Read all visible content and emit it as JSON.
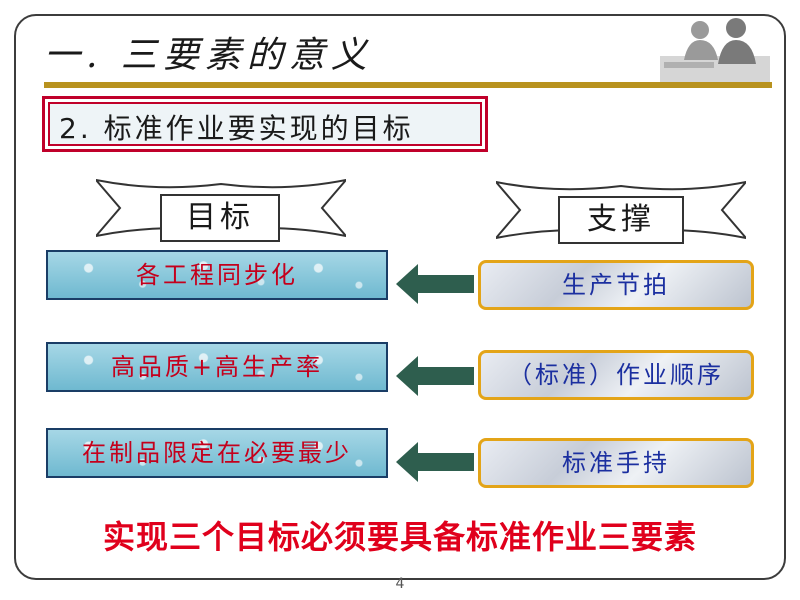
{
  "header": {
    "title": "一. 三要素的意义"
  },
  "subtitle": "2. 标准作业要实现的目标",
  "columns": {
    "goal_label": "目标",
    "support_label": "支撑"
  },
  "rows": [
    {
      "goal": "各工程同步化",
      "support": "生产节拍"
    },
    {
      "goal": "高品质+高生产率",
      "support": "（标准）作业顺序"
    },
    {
      "goal": "在制品限定在必要最少",
      "support": "标准手持"
    }
  ],
  "conclusion": "实现三个目标必须要具备标准作业三要素",
  "page_number": "4",
  "colors": {
    "goal_text": "#c4001c",
    "support_text": "#1b2fa0",
    "arrow": "#2e5e4e",
    "rule": "#b8921e",
    "accent_red": "#e0001c"
  }
}
